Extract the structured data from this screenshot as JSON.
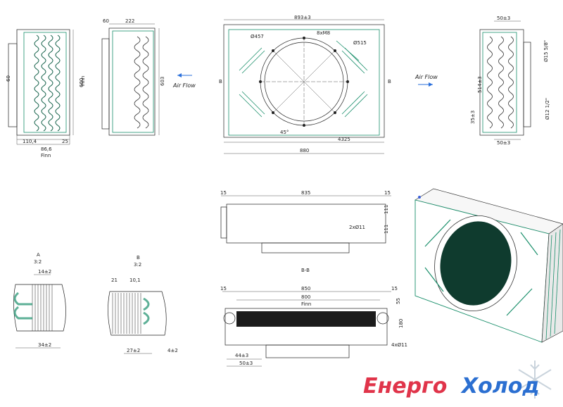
{
  "colors": {
    "line": "#222222",
    "frame_green": "#1a8f6b",
    "coil_dark": "#0f3b2e",
    "airflow_arrow": "#2a6fdb",
    "logo_red": "#e0344a",
    "logo_blue": "#2b6fd1",
    "snowflake": "#c9d3dc"
  },
  "side_view_left": {
    "dim_60": "60",
    "dim_600": "600",
    "dim_fins": "Finn",
    "dim_110": "110,4",
    "dim_86": "86,6",
    "dim_25": "25",
    "dim_finn_bottom": "Finn"
  },
  "side_view_2": {
    "dim_60": "60",
    "dim_222": "222",
    "dim_603": "603"
  },
  "airflow_left": {
    "label": "Air Flow"
  },
  "airflow_right": {
    "label": "Air Flow"
  },
  "front_view": {
    "dim_top": "893±3",
    "dia_457": "Ø457",
    "dia_515": "Ø515",
    "holes": "8xM8",
    "section_b_left": "B",
    "section_b_right": "B",
    "angle": "45°",
    "dim_4325": "4325",
    "dim_880": "880"
  },
  "right_view": {
    "dim_50_top": "50±3",
    "dim_514": "514±3",
    "dim_35": "35±3",
    "dim_50_bottom": "50±3",
    "pipe_1": "Ø15 5/8\"",
    "pipe_2": "Ø12 1/2\""
  },
  "top_view": {
    "dim_15": "15",
    "dim_835": "835",
    "dim_15_r": "15",
    "dim_111": "111",
    "dim_111b": "111",
    "holes": "2xØ11"
  },
  "section_bb": {
    "title": "B-B",
    "dim_15": "15",
    "dim_850": "850",
    "dim_15_r": "15",
    "dim_800": "800",
    "dim_finn": "Finn",
    "dim_44": "44±3",
    "dim_50": "50±3",
    "dim_4x11": "4xØ11",
    "dim_180": "180",
    "dim_55": "55"
  },
  "detail_a": {
    "title": "A",
    "scale": "3:2",
    "dim_14": "14±2",
    "dim_34": "34±2"
  },
  "detail_b": {
    "title": "B",
    "scale": "3:2",
    "dim_21": "21",
    "dim_101": "10,1",
    "dim_27": "27±2",
    "dim_4": "4±2"
  },
  "logo": {
    "part1": "Енерго",
    "part2": "Холод"
  }
}
